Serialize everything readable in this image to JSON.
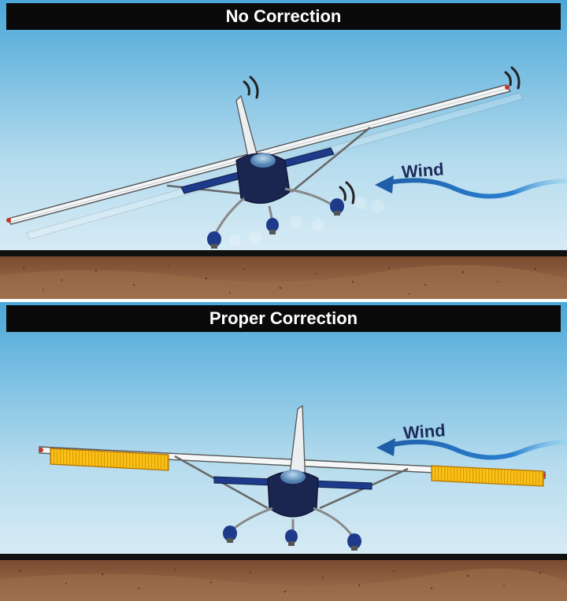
{
  "panels": [
    {
      "title": "No Correction",
      "wind_label": "Wind"
    },
    {
      "title": "Proper Correction",
      "wind_label": "Wind"
    }
  ],
  "colors": {
    "sky_top": "#4aa7d8",
    "sky_bottom": "#e4f1f7",
    "ground": "#8a5a3c",
    "runway_edge": "#111111",
    "wind_arrow": "#1f5fa8",
    "wind_text": "#1c2b5a",
    "aileron": "#f5b400",
    "aircraft_body": "#1a2550",
    "wheel": "#1e3a8a"
  },
  "icons": [
    "airplane-illustration",
    "wind-arrow-icon",
    "vibration-icon"
  ]
}
